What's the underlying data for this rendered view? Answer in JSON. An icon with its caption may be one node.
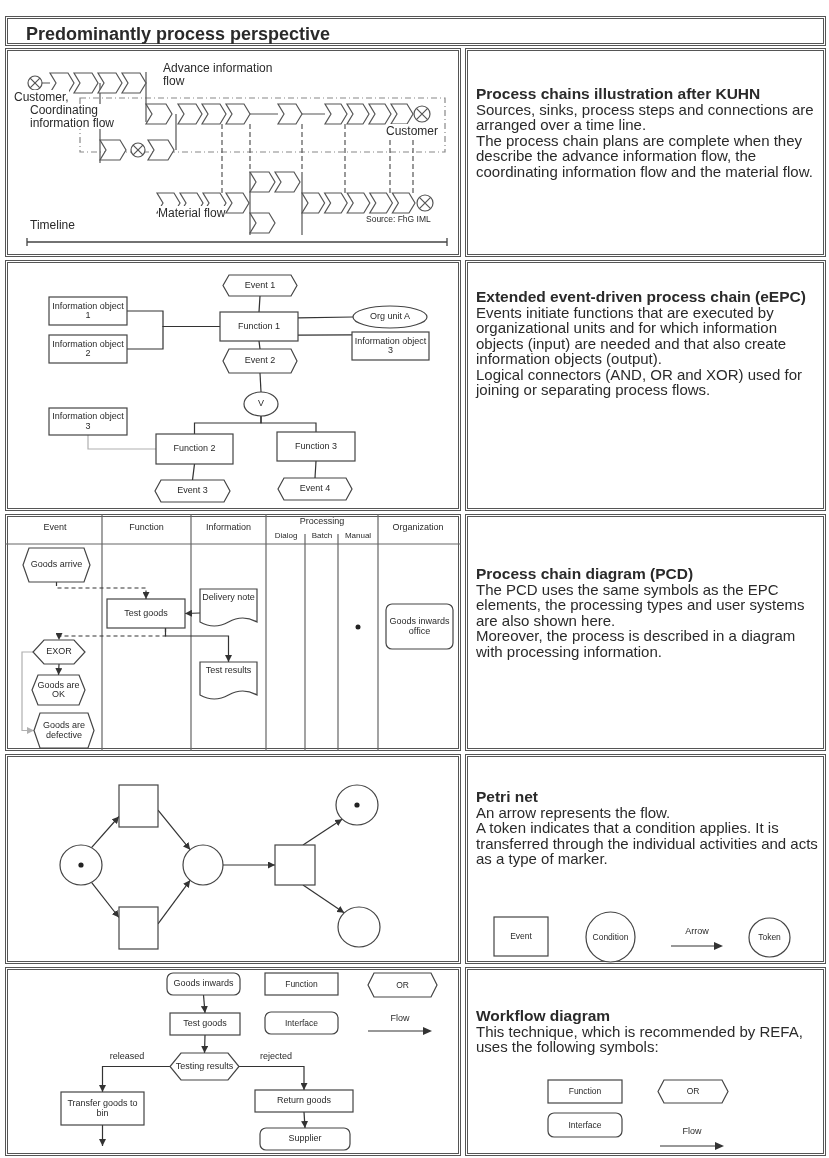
{
  "diagram": {
    "title": "Predominantly process perspective",
    "nodes": [
      {
        "text": [
          "Event 1"
        ]
      },
      {
        "text": [
          "Information object 1"
        ]
      },
      {
        "text": [
          "Information object 2"
        ]
      },
      {
        "text": [
          "Function 1"
        ]
      },
      {
        "text": [
          "Org unit A"
        ]
      },
      {
        "text": [
          "Information object 3"
        ]
      },
      {
        "text": [
          "Event 2"
        ]
      },
      {
        "text": [
          "V"
        ]
      },
      {
        "text": [
          "Information object 3"
        ]
      },
      {
        "text": [
          "Function 2"
        ]
      },
      {
        "text": [
          "Function 3"
        ]
      },
      {
        "text": [
          "Event 3"
        ]
      },
      {
        "text": [
          "Event 4"
        ]
      },
      {
        "text": [
          "Goods arrive"
        ]
      },
      {
        "text": [
          "Test goods"
        ]
      },
      {
        "text": [
          "Delivery note"
        ]
      },
      {
        "text": [
          "Goods inwards office"
        ]
      },
      {
        "text": [
          "EXOR"
        ]
      },
      {
        "text": [
          "Test results"
        ]
      },
      {
        "text": [
          "Goods are OK"
        ]
      },
      {
        "text": [
          "Goods are defective"
        ]
      },
      {
        "text": [],
        "shape": "circle"
      },
      {
        "text": [],
        "shape": "box"
      },
      {
        "text": [],
        "shape": "box"
      },
      {
        "text": [],
        "shape": "circle"
      },
      {
        "text": [],
        "shape": "box"
      },
      {
        "text": [],
        "shape": "circle"
      },
      {
        "text": [],
        "shape": "circle"
      },
      {
        "text": [
          "Goods inwards"
        ]
      },
      {
        "text": [
          "Test goods"
        ]
      },
      {
        "text": [
          "Testing results"
        ]
      },
      {
        "text": [
          "Transfer goods to bin"
        ]
      },
      {
        "text": [
          "Return goods"
        ]
      },
      {
        "text": [
          "Supplier"
        ]
      }
    ],
    "edges": [
      {
        "from": 0,
        "to": 3,
        "arrow": "none"
      },
      {
        "from": 1,
        "to": 3,
        "arrow": "none"
      },
      {
        "from": 2,
        "to": 3,
        "arrow": "none"
      },
      {
        "from": 3,
        "to": 4,
        "arrow": "none"
      },
      {
        "from": 3,
        "to": 5,
        "arrow": "none"
      },
      {
        "from": 3,
        "to": 6,
        "arrow": "none"
      },
      {
        "from": 6,
        "to": 7,
        "arrow": "none"
      },
      {
        "from": 7,
        "to": 9,
        "arrow": "none"
      },
      {
        "from": 7,
        "to": 10,
        "arrow": "none"
      },
      {
        "from": 8,
        "to": 9,
        "arrow": "none",
        "color": "#b0b0b0"
      },
      {
        "from": 9,
        "to": 11,
        "arrow": "none"
      },
      {
        "from": 10,
        "to": 12,
        "arrow": "none"
      },
      {
        "from": 13,
        "to": 14,
        "arrow": "to",
        "style": "dashed"
      },
      {
        "from": 15,
        "to": 14,
        "arrow": "to"
      },
      {
        "from": 14,
        "to": 17,
        "arrow": "to",
        "style": "dashed"
      },
      {
        "from": 14,
        "to": 18,
        "arrow": "to"
      },
      {
        "from": 17,
        "to": 19,
        "arrow": "to"
      },
      {
        "from": 17,
        "to": 20,
        "arrow": "to",
        "color": "#b0b0b0"
      },
      {
        "from": 21,
        "to": 22,
        "arrow": "to"
      },
      {
        "from": 21,
        "to": 23,
        "arrow": "to"
      },
      {
        "from": 22,
        "to": 24,
        "arrow": "to"
      },
      {
        "from": 23,
        "to": 24,
        "arrow": "to"
      },
      {
        "from": 24,
        "to": 25,
        "arrow": "to"
      },
      {
        "from": 25,
        "to": 26,
        "arrow": "to"
      },
      {
        "from": 25,
        "to": 27,
        "arrow": "to"
      },
      {
        "from": 28,
        "to": 29,
        "arrow": "to"
      },
      {
        "from": 29,
        "to": 30,
        "arrow": "to"
      },
      {
        "from": 30,
        "to": 31,
        "arrow": "to",
        "label": "released"
      },
      {
        "from": 30,
        "to": 32,
        "arrow": "to",
        "label": "rejected"
      },
      {
        "from": 32,
        "to": 33,
        "arrow": "to"
      },
      {
        "from": 31,
        "to": null,
        "arrow": "to"
      }
    ],
    "labels": [
      "Advance information flow",
      "Customer,",
      "Coordinating information flow",
      "Customer",
      "Material flow",
      "Source: FhG IML",
      "Timeline",
      "Process chains illustration after KUHN",
      "Sources, sinks, process steps and connections are arranged over a time line.",
      "The process chain plans are complete when they describe the advance information flow, the coordinating information flow and the material flow.",
      "Extended event-driven process chain (eEPC)",
      "Events initiate functions that are executed by organizational units and for which information objects (input) are needed and that also create information objects (output).",
      "Logical connectors (AND, OR and XOR) used for joining or separating process flows.",
      "Event",
      "Function",
      "Information",
      "Processing",
      "Dialog",
      "Batch",
      "Manual",
      "Organization",
      "Process chain diagram (PCD)",
      "The PCD uses the same symbols as the EPC elements, the processing types and user systems are also shown here.",
      "Moreover, the process is described in a diagram with processing information.",
      "Petri net",
      "An arrow represents the flow.",
      "A token indicates that a condition applies. It is transferred through the individual activities and acts as a type of marker.",
      "Workflow diagram",
      "This technique, which is recommended by REFA, uses the following symbols:"
    ],
    "legend": [
      {
        "text": "Event"
      },
      {
        "text": "Condition"
      },
      {
        "text": "Arrow"
      },
      {
        "text": "Token"
      },
      {
        "text": "Function"
      },
      {
        "text": "OR"
      },
      {
        "text": "Interface"
      },
      {
        "text": "Flow"
      },
      {
        "text": "Function"
      },
      {
        "text": "OR"
      },
      {
        "text": "Interface"
      },
      {
        "text": "Flow"
      }
    ]
  }
}
